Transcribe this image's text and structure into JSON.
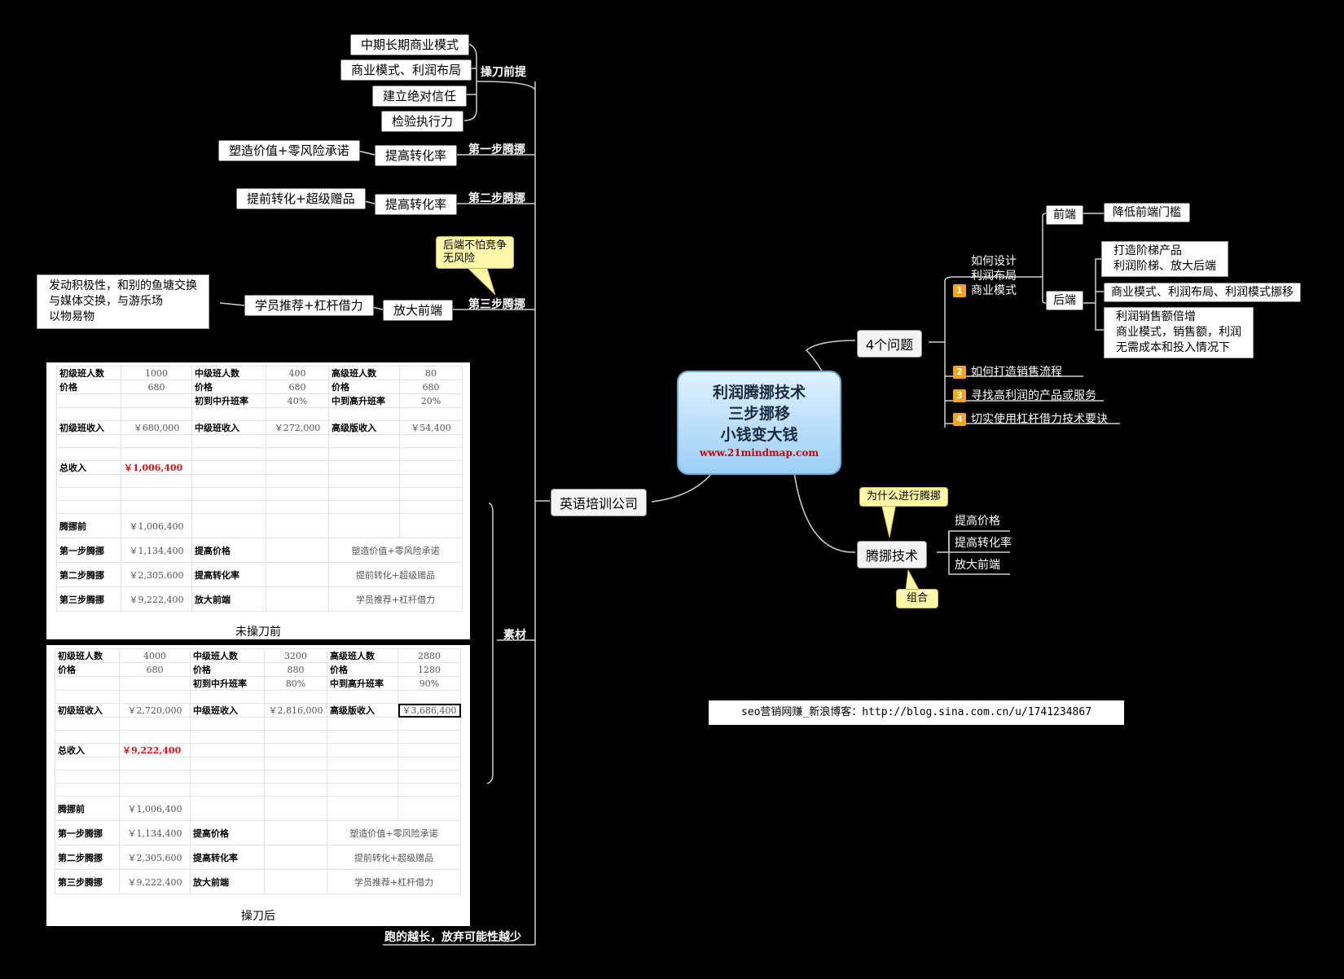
{
  "center": {
    "line1": "利润腾挪技术",
    "line2": "三步挪移",
    "line3": "小钱变大钱",
    "url": "www.21mindmap.com"
  },
  "left_branch": {
    "label": "英语培训公司",
    "group1": {
      "label": "操刀前提",
      "items": [
        "中期长期商业模式",
        "商业模式、利润布局",
        "建立绝对信任",
        "检验执行力"
      ]
    },
    "step1": {
      "label": "第一步腾挪",
      "node": "提高转化率",
      "leaf": "塑造价值+零风险承诺"
    },
    "step2": {
      "label": "第二步腾挪",
      "node": "提高转化率",
      "leaf": "提前转化+超级赠品"
    },
    "step3": {
      "label": "第三步腾挪",
      "node": "放大前端",
      "leaf": "学员推荐+杠杆借力",
      "detail": [
        "发动积极性，和别的鱼塘交换",
        "与媒体交换，与游乐场",
        "以物易物"
      ],
      "callout": [
        "后端不怕竞争",
        "无风险"
      ]
    },
    "material_label": "素材",
    "bottom_note": "跑的越长，放弃可能性越少"
  },
  "sheets": [
    {
      "caption": "未操刀前",
      "rows": [
        [
          "初级班人数",
          "1000",
          "中级班人数",
          "400",
          "高级班人数",
          "80"
        ],
        [
          "价格",
          "680",
          "价格",
          "680",
          "价格",
          "680"
        ],
        [
          "",
          "",
          "初到中升班率",
          "40%",
          "中到高升班率",
          "20%"
        ],
        [
          "初级班收入",
          "￥680,000",
          "中级班收入",
          "￥272,000",
          "高级版收入",
          "￥54,400"
        ],
        [
          "总收入",
          "￥1,006,400",
          "",
          "",
          "",
          ""
        ],
        [
          "腾挪前",
          "￥1,006,400",
          "",
          "",
          "",
          ""
        ],
        [
          "第一步腾挪",
          "￥1,134,400",
          "提高价格",
          "",
          "塑造价值+零风险承诺",
          ""
        ],
        [
          "第二步腾挪",
          "￥2,305,600",
          "提高转化率",
          "",
          "提前转化+超级赠品",
          ""
        ],
        [
          "第三步腾挪",
          "￥9,222,400",
          "放大前端",
          "",
          "学员推荐+杠杆借力",
          ""
        ]
      ]
    },
    {
      "caption": "操刀后",
      "rows": [
        [
          "初级班人数",
          "4000",
          "中级班人数",
          "3200",
          "高级班人数",
          "2880"
        ],
        [
          "价格",
          "680",
          "价格",
          "880",
          "价格",
          "1280"
        ],
        [
          "",
          "",
          "初到中升班率",
          "80%",
          "中到高升班率",
          "90%"
        ],
        [
          "初级班收入",
          "￥2,720,000",
          "中级班收入",
          "￥2,816,000",
          "高级版收入",
          "￥3,686,400"
        ],
        [
          "总收入",
          "￥9,222,400",
          "",
          "",
          "",
          ""
        ],
        [
          "腾挪前",
          "￥1,006,400",
          "",
          "",
          "",
          ""
        ],
        [
          "第一步腾挪",
          "￥1,134,400",
          "提高价格",
          "",
          "塑造价值+零风险承诺",
          ""
        ],
        [
          "第二步腾挪",
          "￥2,305,600",
          "提高转化率",
          "",
          "提前转化+超级赠品",
          ""
        ],
        [
          "第三步腾挪",
          "￥9,222,400",
          "放大前端",
          "",
          "学员推荐+杠杆借力",
          ""
        ]
      ]
    }
  ],
  "right_top": {
    "label": "4个问题",
    "q1": {
      "num": "1",
      "lines": [
        "如何设计",
        "利润布局",
        "商业模式"
      ]
    },
    "front": {
      "label": "前端",
      "leaf": "降低前端门槛"
    },
    "back": {
      "label": "后端",
      "leaves": [
        [
          "打造阶梯产品",
          "利润阶梯、放大后端"
        ],
        [
          "商业模式、利润布局、利润模式挪移"
        ],
        [
          "利润销售额倍增",
          "商业模式，销售额，利润",
          "无需成本和投入情况下"
        ]
      ]
    },
    "q2": {
      "num": "2",
      "text": "如何打造销售流程"
    },
    "q3": {
      "num": "3",
      "text": "寻找高利润的产品或服务"
    },
    "q4": {
      "num": "4",
      "text": "切实使用杠杆借力技术要诀"
    }
  },
  "right_bottom": {
    "label": "腾挪技术",
    "callout_top": "为什么进行腾挪",
    "items": [
      "提高价格",
      "提高转化率",
      "放大前端"
    ],
    "callout_bottom": "组合"
  },
  "footer_link": "seo营销网赚_新浪博客：http://blog.sina.com.cn/u/1741234867"
}
